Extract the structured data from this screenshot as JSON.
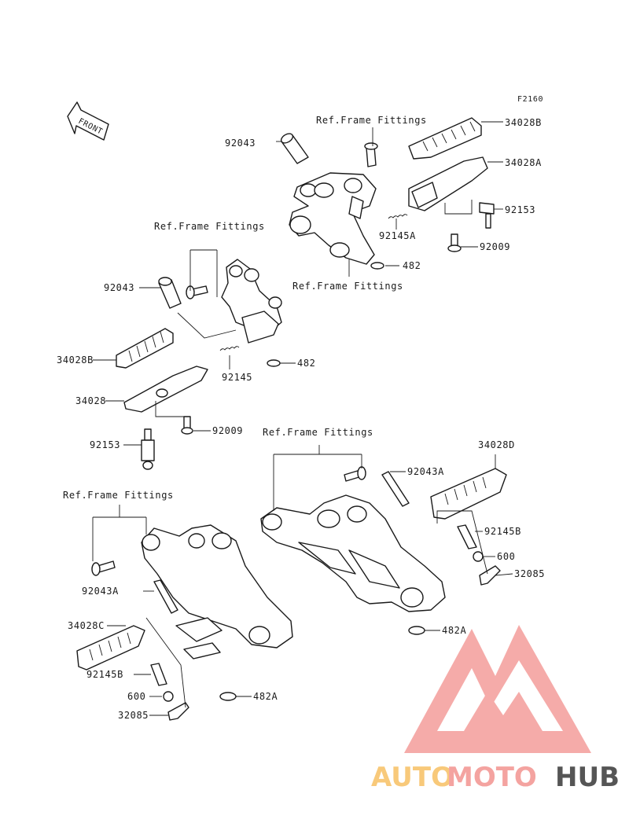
{
  "diagram": {
    "code": "F2160",
    "front_label": "FRONT",
    "labels": {
      "ref_top": "Ref.Frame Fittings",
      "ref_upper_left": "Ref.Frame Fittings",
      "ref_mid_right": "Ref.Frame Fittings",
      "ref_lower_right": "Ref.Frame Fittings",
      "ref_lower_left": "Ref.Frame Fittings",
      "p_92043_top": "92043",
      "p_34028B_top": "34028B",
      "p_34028A": "34028A",
      "p_92153_right": "92153",
      "p_92145A": "92145A",
      "p_92009_right": "92009",
      "p_482_top": "482",
      "p_92043_left": "92043",
      "p_34028B_left": "34028B",
      "p_92145": "92145",
      "p_482_left": "482",
      "p_34028": "34028",
      "p_92009_left": "92009",
      "p_92153_left": "92153",
      "p_92043A_right": "92043A",
      "p_34028D": "34028D",
      "p_92145B_right": "92145B",
      "p_600_right": "600",
      "p_32085_right": "32085",
      "p_482A_right": "482A",
      "p_92043A_left": "92043A",
      "p_34028C": "34028C",
      "p_92145B_left": "92145B",
      "p_600_left": "600",
      "p_32085_left": "32085",
      "p_482A_left": "482A"
    }
  },
  "watermark": {
    "word_auto": "AUTO",
    "word_moto": "MOTO",
    "word_hub": "HUB",
    "color_primary": "#f4a3a0",
    "color_secondary": "#f8c97a",
    "color_hub": "#555555"
  }
}
